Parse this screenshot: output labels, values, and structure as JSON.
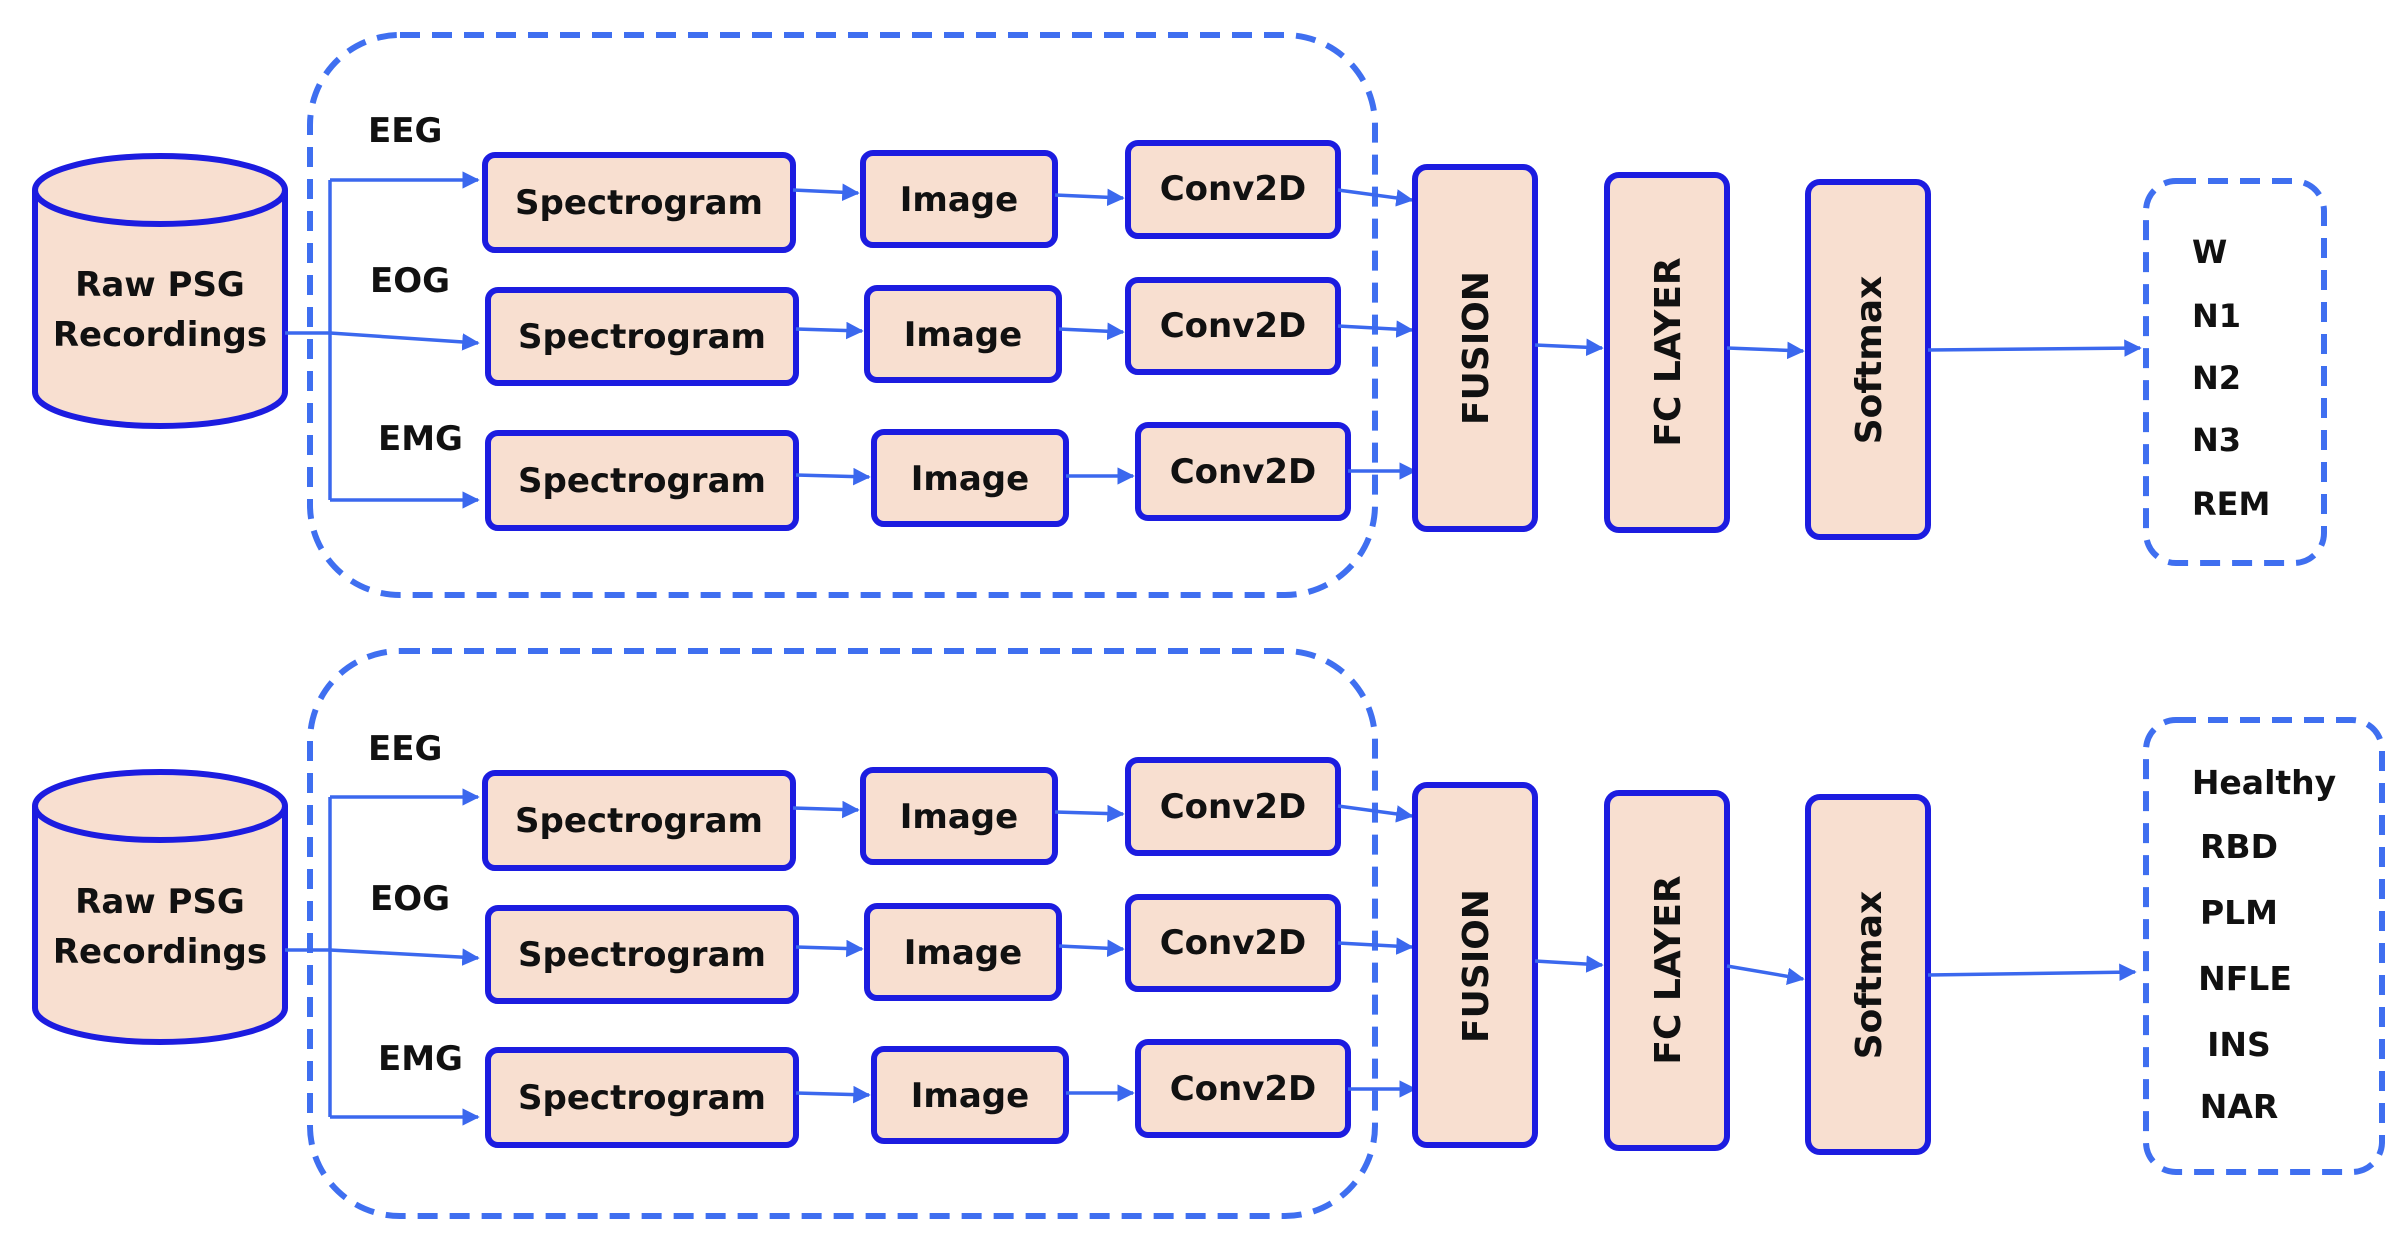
{
  "pipelines": [
    {
      "source": {
        "line1": "Raw PSG",
        "line2": "Recordings"
      },
      "channels": [
        {
          "name": "EEG",
          "stages": [
            "Spectrogram",
            "Image",
            "Conv2D"
          ]
        },
        {
          "name": "EOG",
          "stages": [
            "Spectrogram",
            "Image",
            "Conv2D"
          ]
        },
        {
          "name": "EMG",
          "stages": [
            "Spectrogram",
            "Image",
            "Conv2D"
          ]
        }
      ],
      "fusion": "FUSION",
      "fc": "FC LAYER",
      "softmax": "Softmax",
      "outputs": [
        "W",
        "N1",
        "N2",
        "N3",
        "REM"
      ]
    },
    {
      "source": {
        "line1": "Raw PSG",
        "line2": "Recordings"
      },
      "channels": [
        {
          "name": "EEG",
          "stages": [
            "Spectrogram",
            "Image",
            "Conv2D"
          ]
        },
        {
          "name": "EOG",
          "stages": [
            "Spectrogram",
            "Image",
            "Conv2D"
          ]
        },
        {
          "name": "EMG",
          "stages": [
            "Spectrogram",
            "Image",
            "Conv2D"
          ]
        }
      ],
      "fusion": "FUSION",
      "fc": "FC LAYER",
      "softmax": "Softmax",
      "outputs": [
        "Healthy",
        "RBD",
        "PLM",
        "NFLE",
        "INS",
        "NAR"
      ]
    }
  ],
  "colors": {
    "box_fill": "#f8dfd0",
    "box_stroke": "#1c1ce0",
    "arrow": "#3b68ee",
    "dashed": "#3f6ff0"
  }
}
